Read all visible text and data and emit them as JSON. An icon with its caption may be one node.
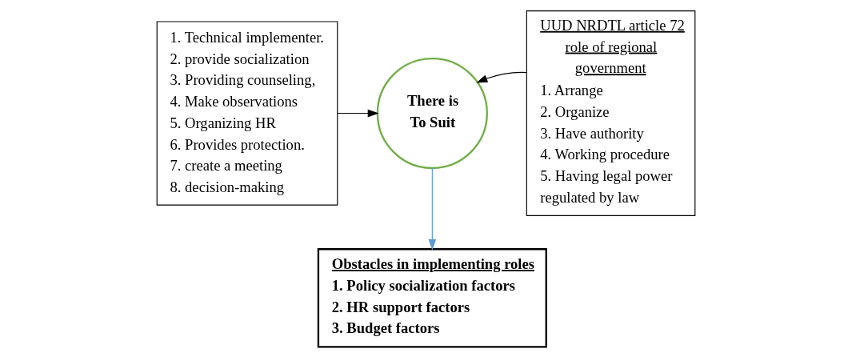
{
  "diagram": {
    "nodes": [
      {
        "text": [
          "1. Technical implementer.",
          "2. provide socialization",
          "3. Providing counseling,",
          "4. Make observations",
          "5. Organizing HR",
          "6. Provides protection.",
          "7. create a meeting",
          "8. decision-making"
        ]
      },
      {
        "text": [
          "There is To Suit"
        ]
      },
      {
        "text": [
          "UUD NRDTL article 72 role of regional government",
          "1. Arrange",
          "2. Organize",
          "3. Have authority",
          "4. Working procedure",
          "5. Having legal power regulated by law"
        ]
      },
      {
        "text": [
          "Obstacles in implementing roles",
          "1. Policy socialization factors",
          "2. HR support factors",
          "3. Budget factors"
        ]
      }
    ],
    "edges": [
      {
        "from": 0,
        "to": 1,
        "arrow": "to"
      },
      {
        "from": 2,
        "to": 1,
        "arrow": "to"
      },
      {
        "from": 1,
        "to": 3,
        "arrow": "to",
        "color": "#5b9bd5"
      }
    ]
  }
}
